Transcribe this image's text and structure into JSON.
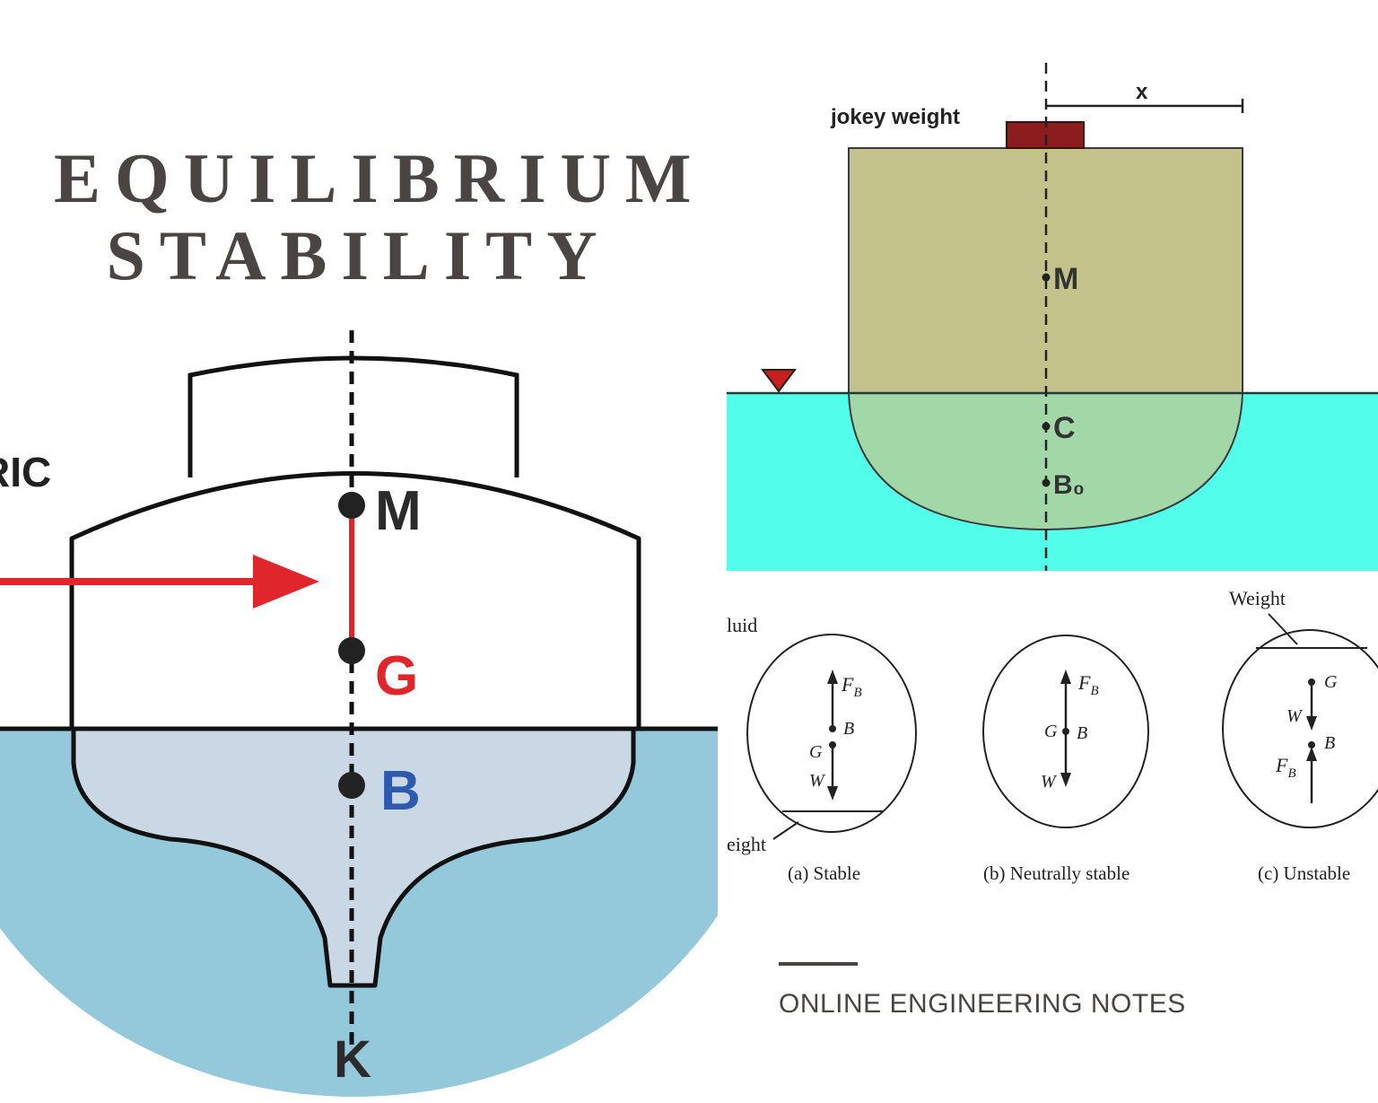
{
  "title": {
    "line1": "EQUILIBRIUM",
    "line2": "STABILITY"
  },
  "footer": {
    "text": "ONLINE ENGINEERING NOTES"
  },
  "colors": {
    "title_text": "#4a4442",
    "sea_left": "#94c8db",
    "hull_below_water": "#cad8e6",
    "arrow_red": "#e0262b",
    "label_G": "#e0262b",
    "label_B": "#2e5aad",
    "water_right": "#52fde9",
    "block": "#c3c28a",
    "block_submerged": "#a2d8a8",
    "jockey": "#8c1d1e"
  },
  "ship_diagram": {
    "partial_label": "RIC",
    "points": {
      "M": "M",
      "G": "G",
      "B": "B",
      "K": "K"
    }
  },
  "jockey_diagram": {
    "weight_label": "jokey weight",
    "distance_label": "x",
    "points": {
      "M": "M",
      "C": "C",
      "B": "B₀"
    }
  },
  "stability_diagram": {
    "fluid_label": "luid",
    "weight_top_label": "Weight",
    "weight_bottom_label": "eight",
    "cases": [
      {
        "caption": "(a) Stable",
        "FB": "F",
        "FB_sub": "B",
        "B": "B",
        "G": "G",
        "W": "W"
      },
      {
        "caption": "(b) Neutrally stable",
        "FB": "F",
        "FB_sub": "B",
        "B": "B",
        "G": "G",
        "W": "W"
      },
      {
        "caption": "(c) Unstable",
        "FB": "F",
        "FB_sub": "B",
        "B": "B",
        "G": "G",
        "W": "W"
      }
    ]
  }
}
